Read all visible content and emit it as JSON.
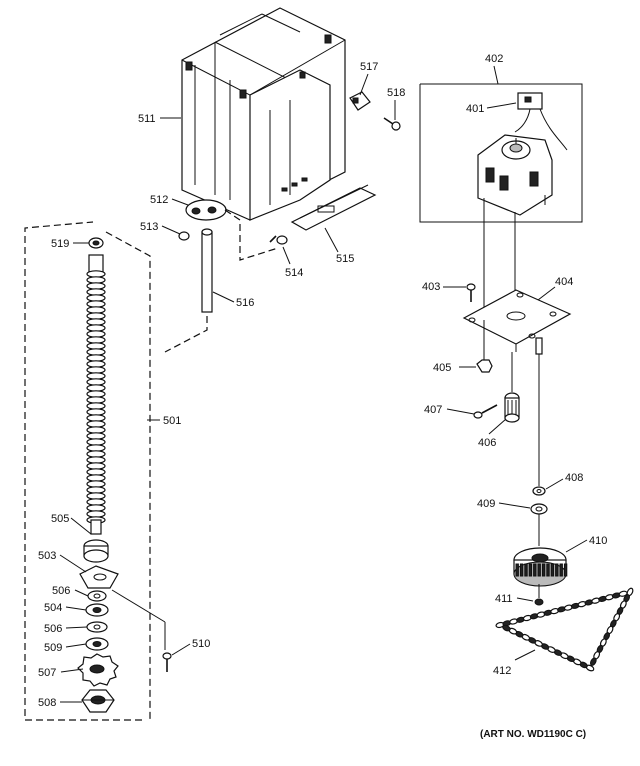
{
  "labels": {
    "p402": "402",
    "p401": "401",
    "p403": "403",
    "p404": "404",
    "p405": "405",
    "p406": "406",
    "p407": "407",
    "p408": "408",
    "p409": "409",
    "p410": "410",
    "p411": "411",
    "p412": "412",
    "p501": "501",
    "p503": "503",
    "p504": "504",
    "p505": "505",
    "p506a": "506",
    "p506b": "506",
    "p507": "507",
    "p508": "508",
    "p509": "509",
    "p510": "510",
    "p511": "511",
    "p512": "512",
    "p513": "513",
    "p514": "514",
    "p515": "515",
    "p516": "516",
    "p517": "517",
    "p518": "518",
    "p519": "519"
  },
  "art_number": "(ART NO. WD1190C C)"
}
